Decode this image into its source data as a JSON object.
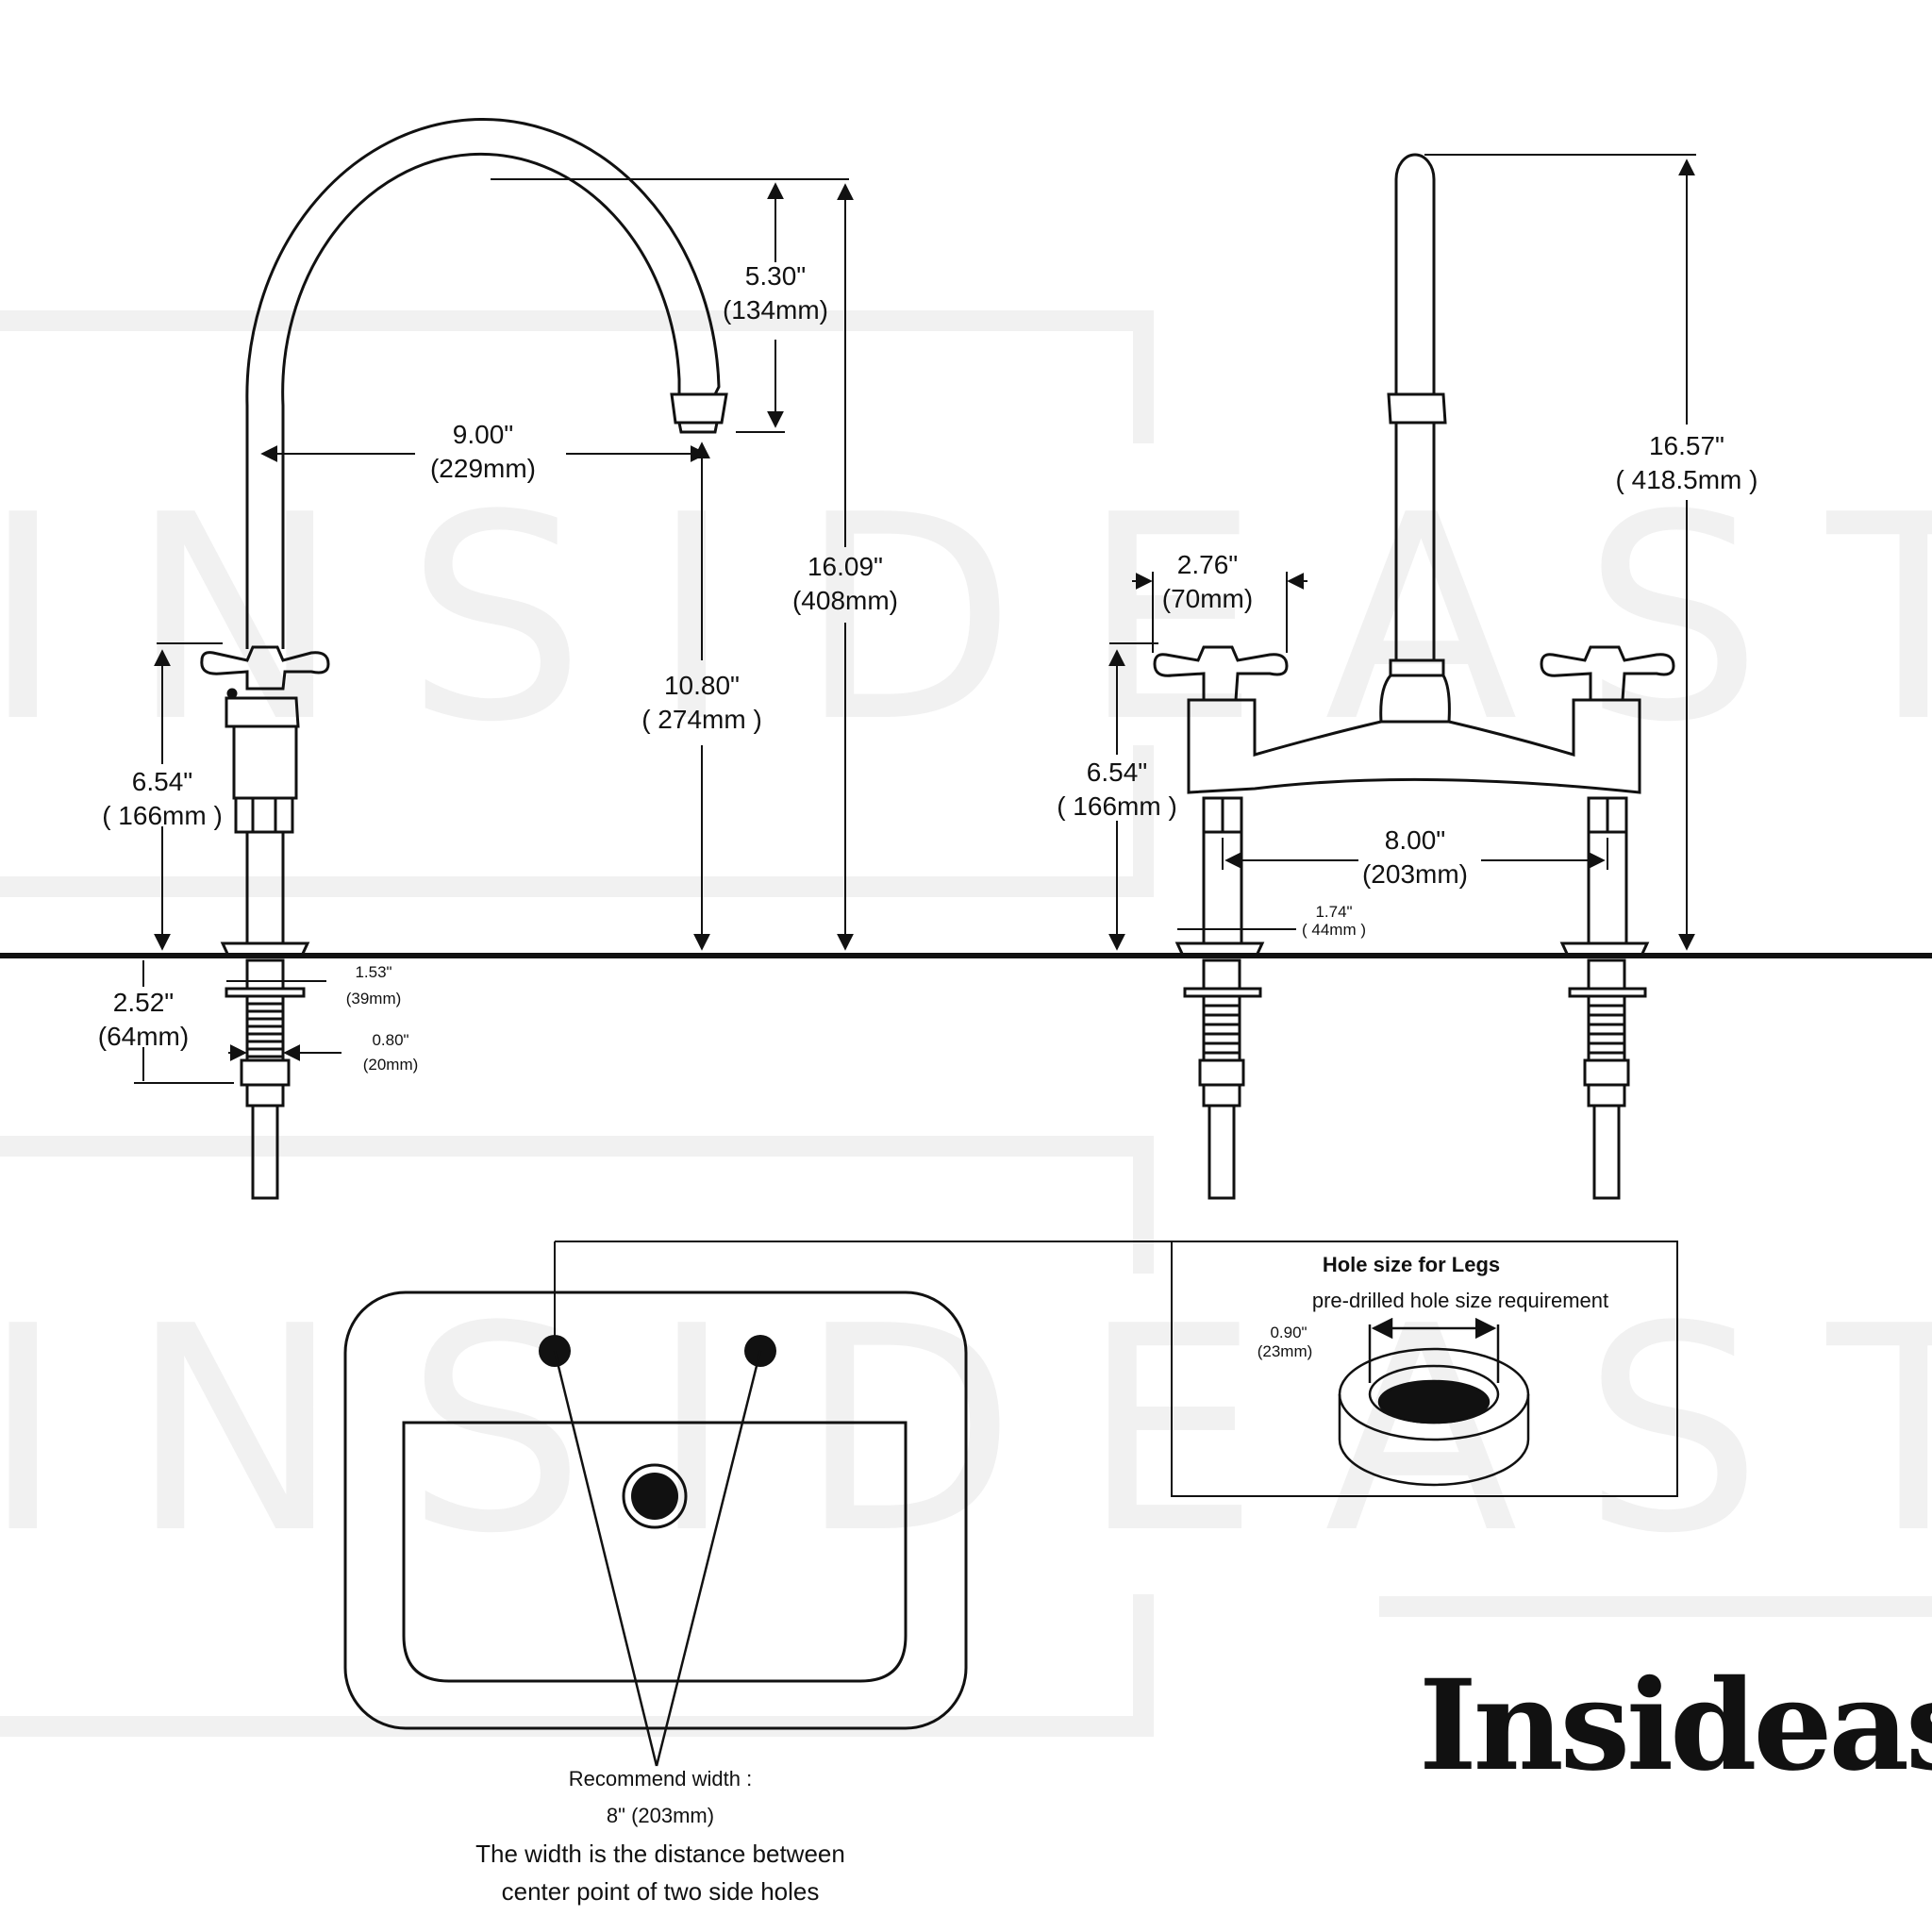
{
  "front_view": {
    "spout_reach_in": "9.00\"",
    "spout_reach_mm": "(229mm)",
    "spout_drop_in": "5.30\"",
    "spout_drop_mm": "(134mm)",
    "spout_clearance_in": "10.80\"",
    "spout_clearance_mm": "( 274mm )",
    "total_height_in": "16.09\"",
    "total_height_mm": "(408mm)",
    "handle_height_in": "6.54\"",
    "handle_height_mm": "( 166mm )",
    "shank_length_in": "2.52\"",
    "shank_length_mm": "(64mm)",
    "flange_width_in": "1.53\"",
    "flange_width_mm": "(39mm)",
    "shank_diameter_in": "0.80\"",
    "shank_diameter_mm": "(20mm)"
  },
  "side_view": {
    "total_height_in": "16.57\"",
    "total_height_mm": "( 418.5mm )",
    "handle_span_in": "2.76\"",
    "handle_span_mm": "(70mm)",
    "handle_height_in": "6.54\"",
    "handle_height_mm": "( 166mm )",
    "center_spread_in": "8.00\"",
    "center_spread_mm": "(203mm)",
    "leg_base_in": "1.74\"",
    "leg_base_mm": "( 44mm )"
  },
  "hole_info": {
    "title": "Hole size for Legs",
    "subtitle": "pre-drilled hole size requirement",
    "hole_diameter_in": "0.90\"",
    "hole_diameter_mm": "(23mm)"
  },
  "sink_note": {
    "line1": "Recommend width :",
    "line2": "8\" (203mm)",
    "line3": "The width is the distance between",
    "line4": "center point of two side holes"
  },
  "brand": {
    "logo": "Insideast"
  },
  "watermark": {
    "text": "INSIDEAST"
  },
  "colors": {
    "line": "#111111",
    "watermark": "#f1f1f1",
    "background": "#ffffff"
  }
}
